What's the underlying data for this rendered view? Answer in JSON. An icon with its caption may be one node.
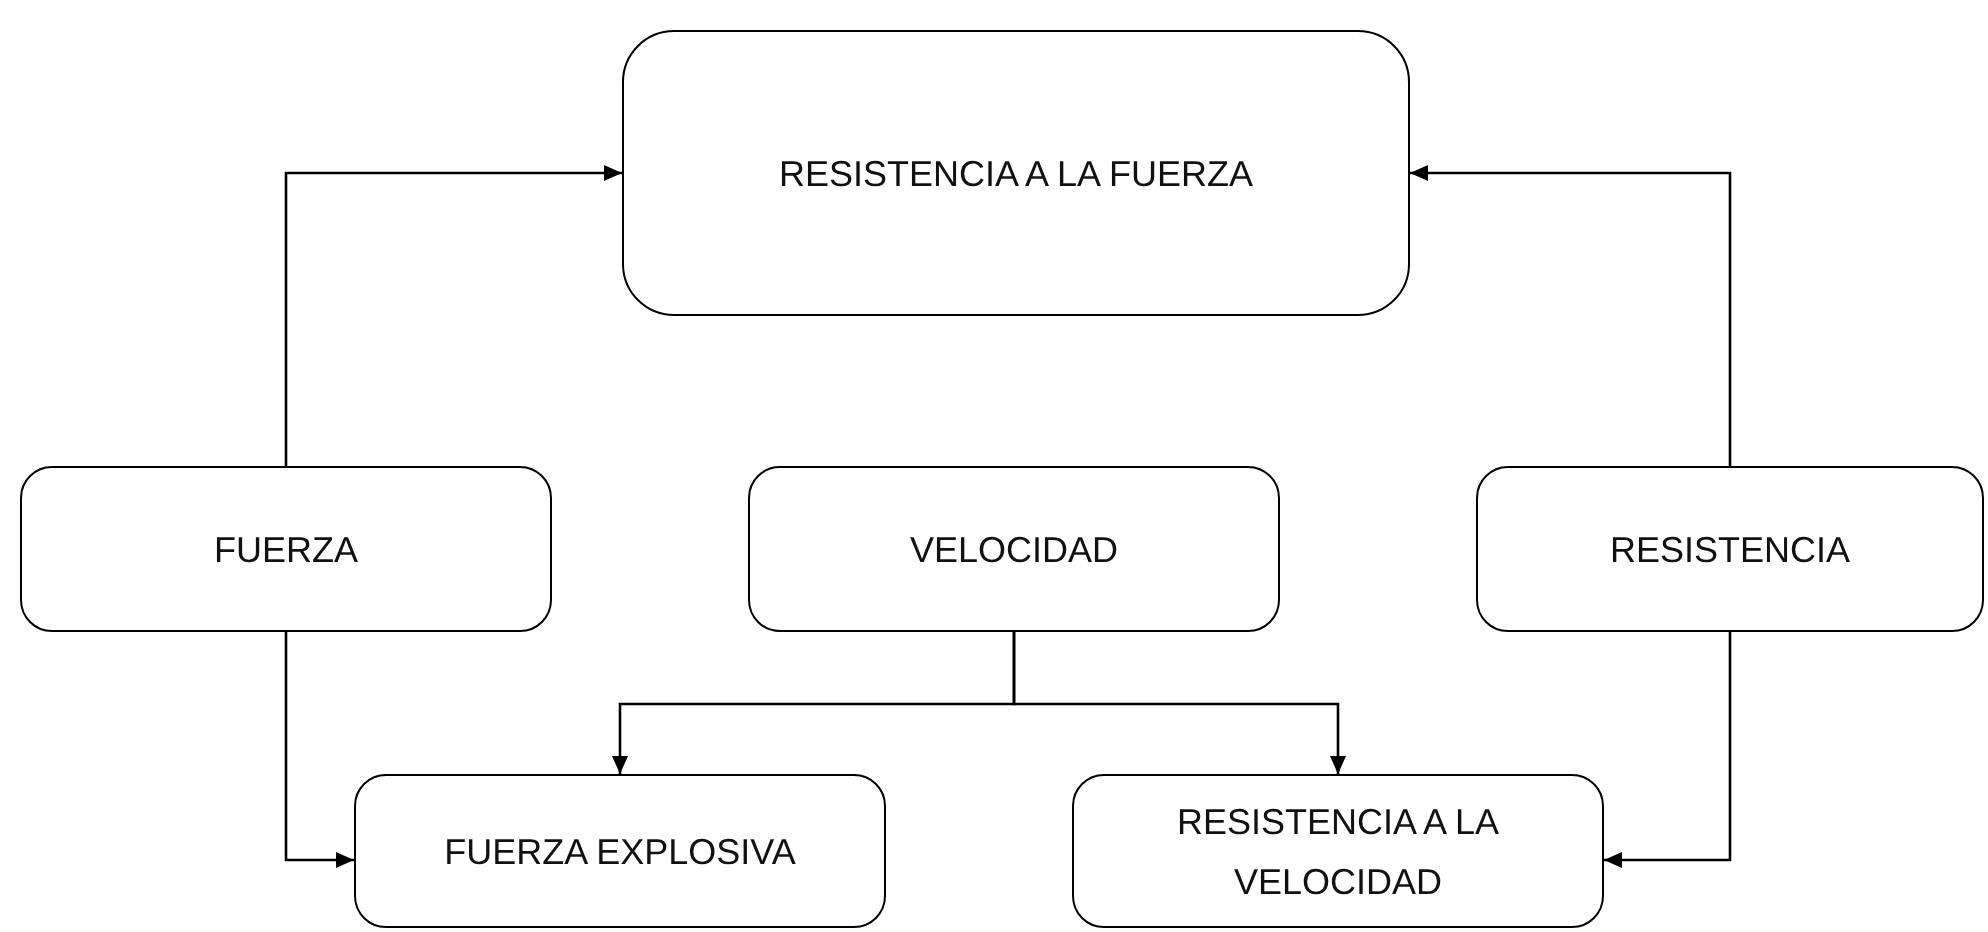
{
  "diagram": {
    "nodes": [
      {
        "text": [
          "RESISTENCIA A LA FUERZA"
        ]
      },
      {
        "text": [
          "FUERZA"
        ]
      },
      {
        "text": [
          "VELOCIDAD"
        ]
      },
      {
        "text": [
          "RESISTENCIA"
        ]
      },
      {
        "text": [
          "FUERZA EXPLOSIVA"
        ]
      },
      {
        "text": [
          "RESISTENCIA A LA VELOCIDAD"
        ]
      }
    ],
    "edges": [
      {
        "from": 1,
        "to": 0,
        "arrow": "to"
      },
      {
        "from": 3,
        "to": 0,
        "arrow": "to"
      },
      {
        "from": 1,
        "to": 4,
        "arrow": "to"
      },
      {
        "from": 3,
        "to": 5,
        "arrow": "to"
      },
      {
        "from": 2,
        "to": 4,
        "arrow": "to"
      },
      {
        "from": 2,
        "to": 5,
        "arrow": "to"
      }
    ]
  }
}
